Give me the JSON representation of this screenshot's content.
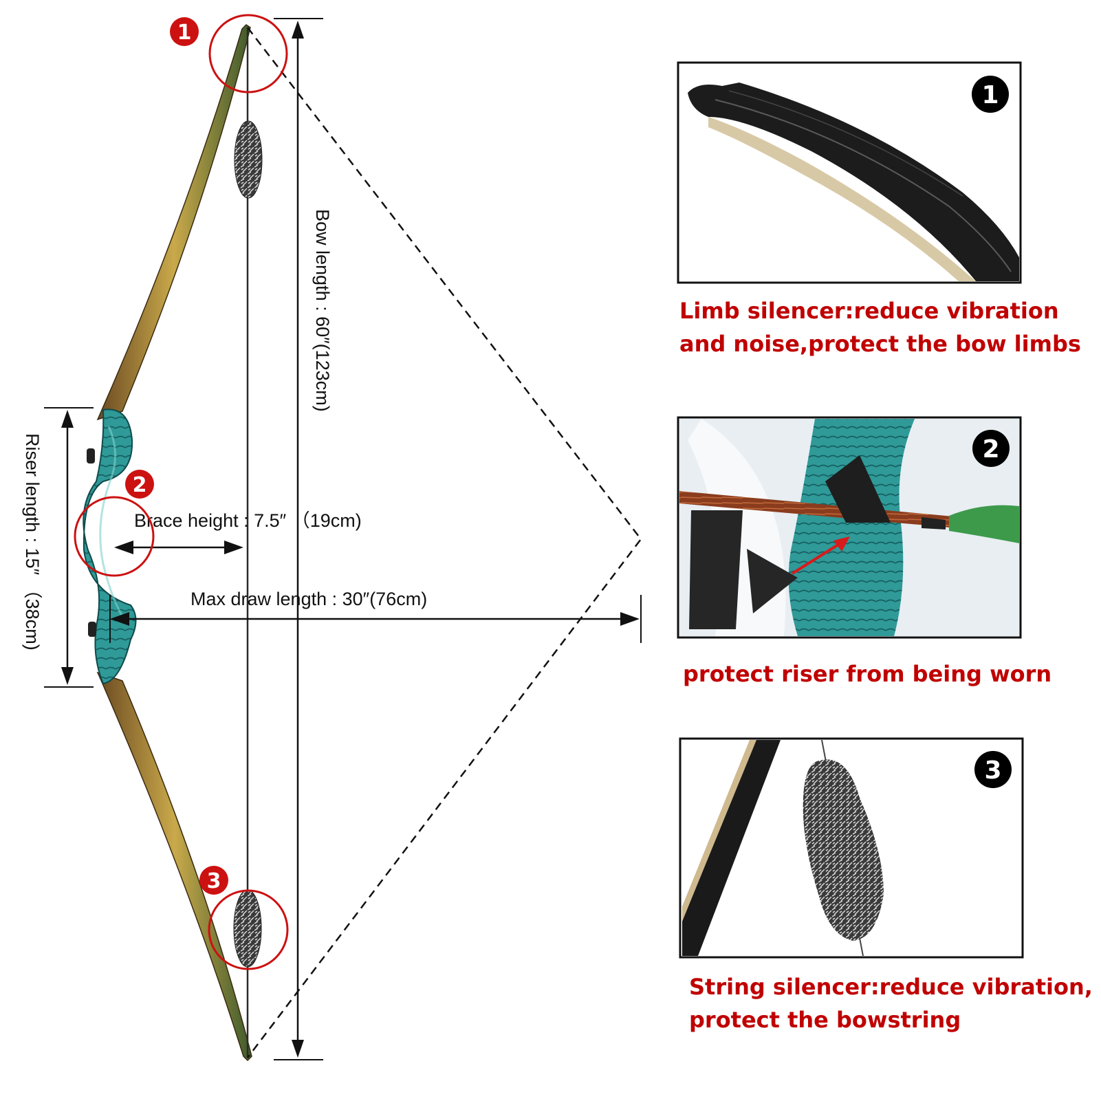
{
  "dimensions": {
    "bow_length": "Bow length : 60″(123cm)",
    "riser_length": "Riser length : 15″ （38cm)",
    "brace_height": "Brace height : 7.5″ （19cm)",
    "max_draw_length": "Max draw length : 30″(76cm)"
  },
  "markers": [
    "1",
    "2",
    "3"
  ],
  "panels": [
    {
      "number": "1",
      "caption_lines": [
        "Limb silencer:reduce vibration",
        "and noise,protect the bow limbs"
      ]
    },
    {
      "number": "2",
      "caption_lines": [
        "protect riser from being worn"
      ]
    },
    {
      "number": "3",
      "caption_lines": [
        "String silencer:reduce vibration,",
        "protect the bowstring"
      ]
    }
  ],
  "colors": {
    "accent_red": "#c00000",
    "marker_red": "#cc1111",
    "riser_teal": "#2a9b9a"
  }
}
